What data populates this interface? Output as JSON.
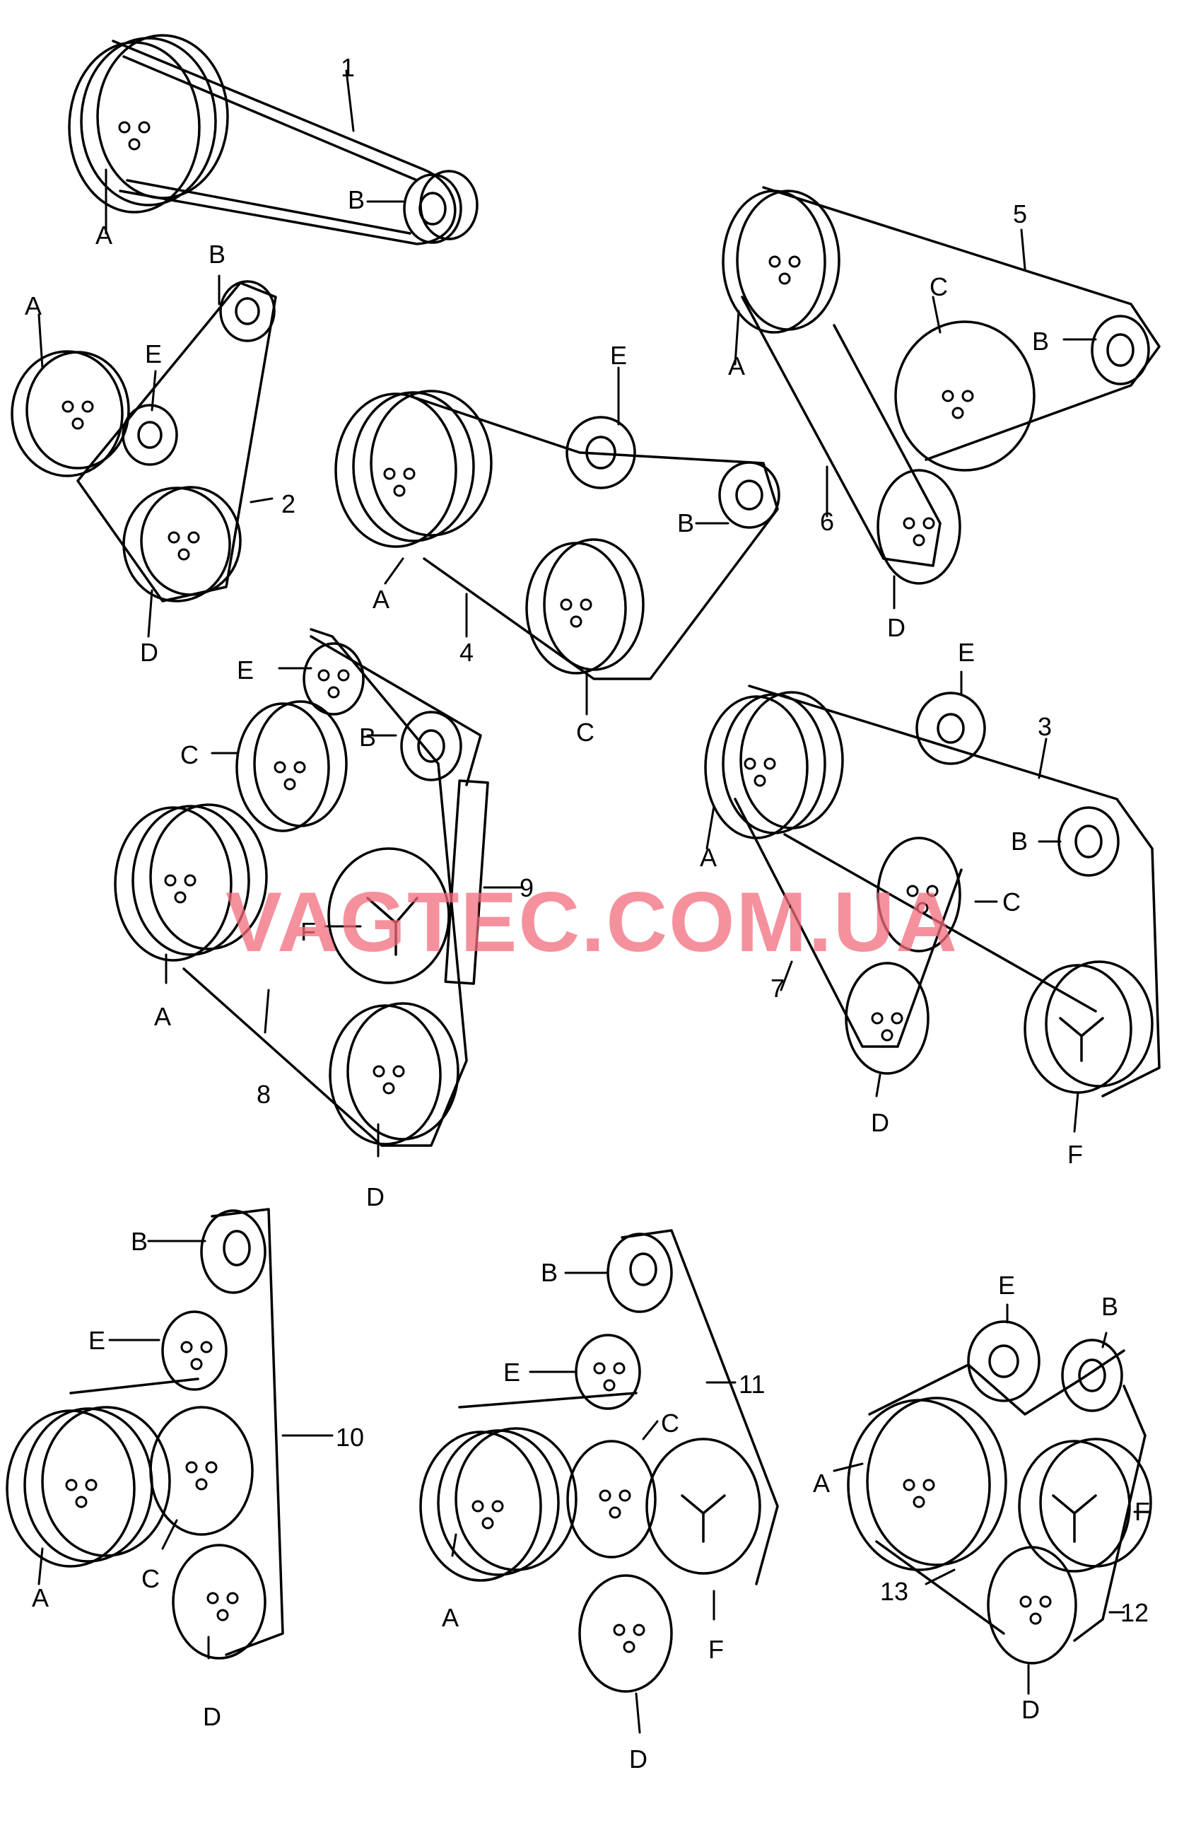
{
  "watermark": "VAGTEC.COM.UA",
  "colors": {
    "line": "#000000",
    "watermark": "#f26d7d",
    "background": "#ffffff"
  },
  "callouts": {
    "g1": {
      "n1": "1",
      "A": "A",
      "B": "B"
    },
    "g2": {
      "n2": "2",
      "A": "A",
      "B": "B",
      "D": "D",
      "E": "E"
    },
    "g4": {
      "n4": "4",
      "A": "A",
      "B": "B",
      "C": "C",
      "E": "E"
    },
    "g5": {
      "n5": "5",
      "n6": "6",
      "A": "A",
      "B": "B",
      "C": "C",
      "D": "D"
    },
    "g8": {
      "n8": "8",
      "n9": "9",
      "A": "A",
      "B": "B",
      "C": "C",
      "D": "D",
      "E": "E",
      "F": "F"
    },
    "g3": {
      "n3": "3",
      "n7": "7",
      "A": "A",
      "B": "B",
      "C": "C",
      "D": "D",
      "E": "E",
      "F": "F"
    },
    "g10": {
      "n10": "10",
      "A": "A",
      "B": "B",
      "C": "C",
      "D": "D",
      "E": "E"
    },
    "g11": {
      "n11": "11",
      "A": "A",
      "B": "B",
      "C": "C",
      "D": "D",
      "E": "E",
      "F": "F"
    },
    "g12": {
      "n12": "12",
      "n13": "13",
      "A": "A",
      "B": "B",
      "D": "D",
      "E": "E",
      "F": "F"
    }
  }
}
